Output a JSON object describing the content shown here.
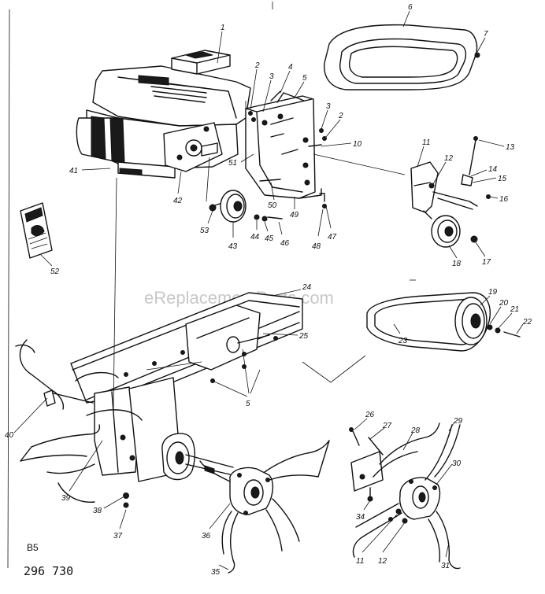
{
  "diagram": {
    "watermark": "eReplacementParts.com",
    "page_code": "B5",
    "drawing_number": "296 730",
    "callouts": {
      "c1": "1",
      "c2a": "2",
      "c3a": "3",
      "c4": "4",
      "c5a": "5",
      "c6": "6",
      "c7": "7",
      "c3b": "3",
      "c2b": "2",
      "c10": "10",
      "c11a": "11",
      "c12a": "12",
      "c13": "13",
      "c14": "14",
      "c15": "15",
      "c16": "16",
      "c17": "17",
      "c18": "18",
      "c41": "41",
      "c42": "42",
      "c51": "51",
      "c50": "50",
      "c49": "49",
      "c53": "53",
      "c43": "43",
      "c44": "44",
      "c45": "45",
      "c46": "46",
      "c48": "48",
      "c47": "47",
      "c52": "52",
      "c24": "24",
      "c25": "25",
      "c5b": "5",
      "c19": "19",
      "c20": "20",
      "c21": "21",
      "c22": "22",
      "c23": "23",
      "c40": "40",
      "c39": "39",
      "c38": "38",
      "c37": "37",
      "c36": "36",
      "c35": "35",
      "c26": "26",
      "c27": "27",
      "c28": "28",
      "c29": "29",
      "c30": "30",
      "c34": "34",
      "c11b": "11",
      "c12b": "12",
      "c31": "31"
    }
  },
  "icons": {
    "engine": "engine-icon",
    "belt_guard": "belt-guard-icon",
    "manual": "owners-manual-icon",
    "tine": "tine-icon"
  }
}
